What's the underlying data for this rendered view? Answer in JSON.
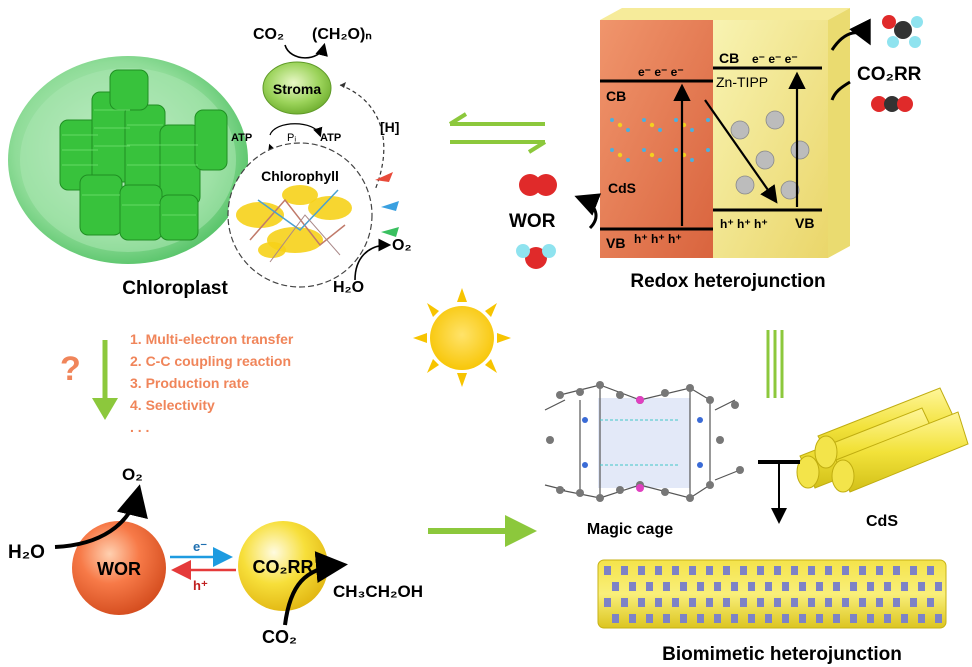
{
  "chloroplast": {
    "co2": "CO₂",
    "ch2o": "(CH₂O)ₙ",
    "stroma": "Stroma",
    "atp_left": "ATP",
    "pi": "Pᵢ",
    "atp_right": "ATP",
    "h": "[H]",
    "chlorophyll": "Chlorophyll",
    "o2": "O₂",
    "h2o": "H₂O",
    "label": "Chloroplast"
  },
  "redox": {
    "cb_left": "CB",
    "electrons_left": "e⁻ e⁻ e⁻",
    "cb_right": "CB",
    "electrons_right": "e⁻ e⁻ e⁻",
    "zn_tipp": "Zn-TIPP",
    "cds": "CdS",
    "vb_left": "VB",
    "holes_left": "h⁺ h⁺ h⁺",
    "holes_right": "h⁺ h⁺ h⁺",
    "vb_right": "VB",
    "co2rr": "CO₂RR",
    "wor": "WOR",
    "label": "Redox heterojunction"
  },
  "challenges": {
    "question_mark": "?",
    "items": [
      "1. Multi-electron transfer",
      "2. C-C coupling reaction",
      "3. Production rate",
      "4. Selectivity",
      ". . ."
    ]
  },
  "bottom_left": {
    "o2": "O₂",
    "h2o": "H₂O",
    "wor": "WOR",
    "electron": "e⁻",
    "hole": "h⁺",
    "co2rr": "CO₂RR",
    "ethanol": "CH₃CH₂OH",
    "co2": "CO₂"
  },
  "bottom_right": {
    "magic_cage": "Magic cage",
    "cds": "CdS",
    "label": "Biomimetic heterojunction"
  },
  "colors": {
    "green_arrow": "#8cc83c",
    "orange_text": "#f0855a",
    "wor_sphere": "#f26a3c",
    "co2rr_sphere": "#f5d52a",
    "cds_block": "#ea7a55",
    "znTipp_block": "#f3ec8e",
    "electron_arrow": "#1e9be0",
    "hole_arrow": "#e53a3a"
  }
}
